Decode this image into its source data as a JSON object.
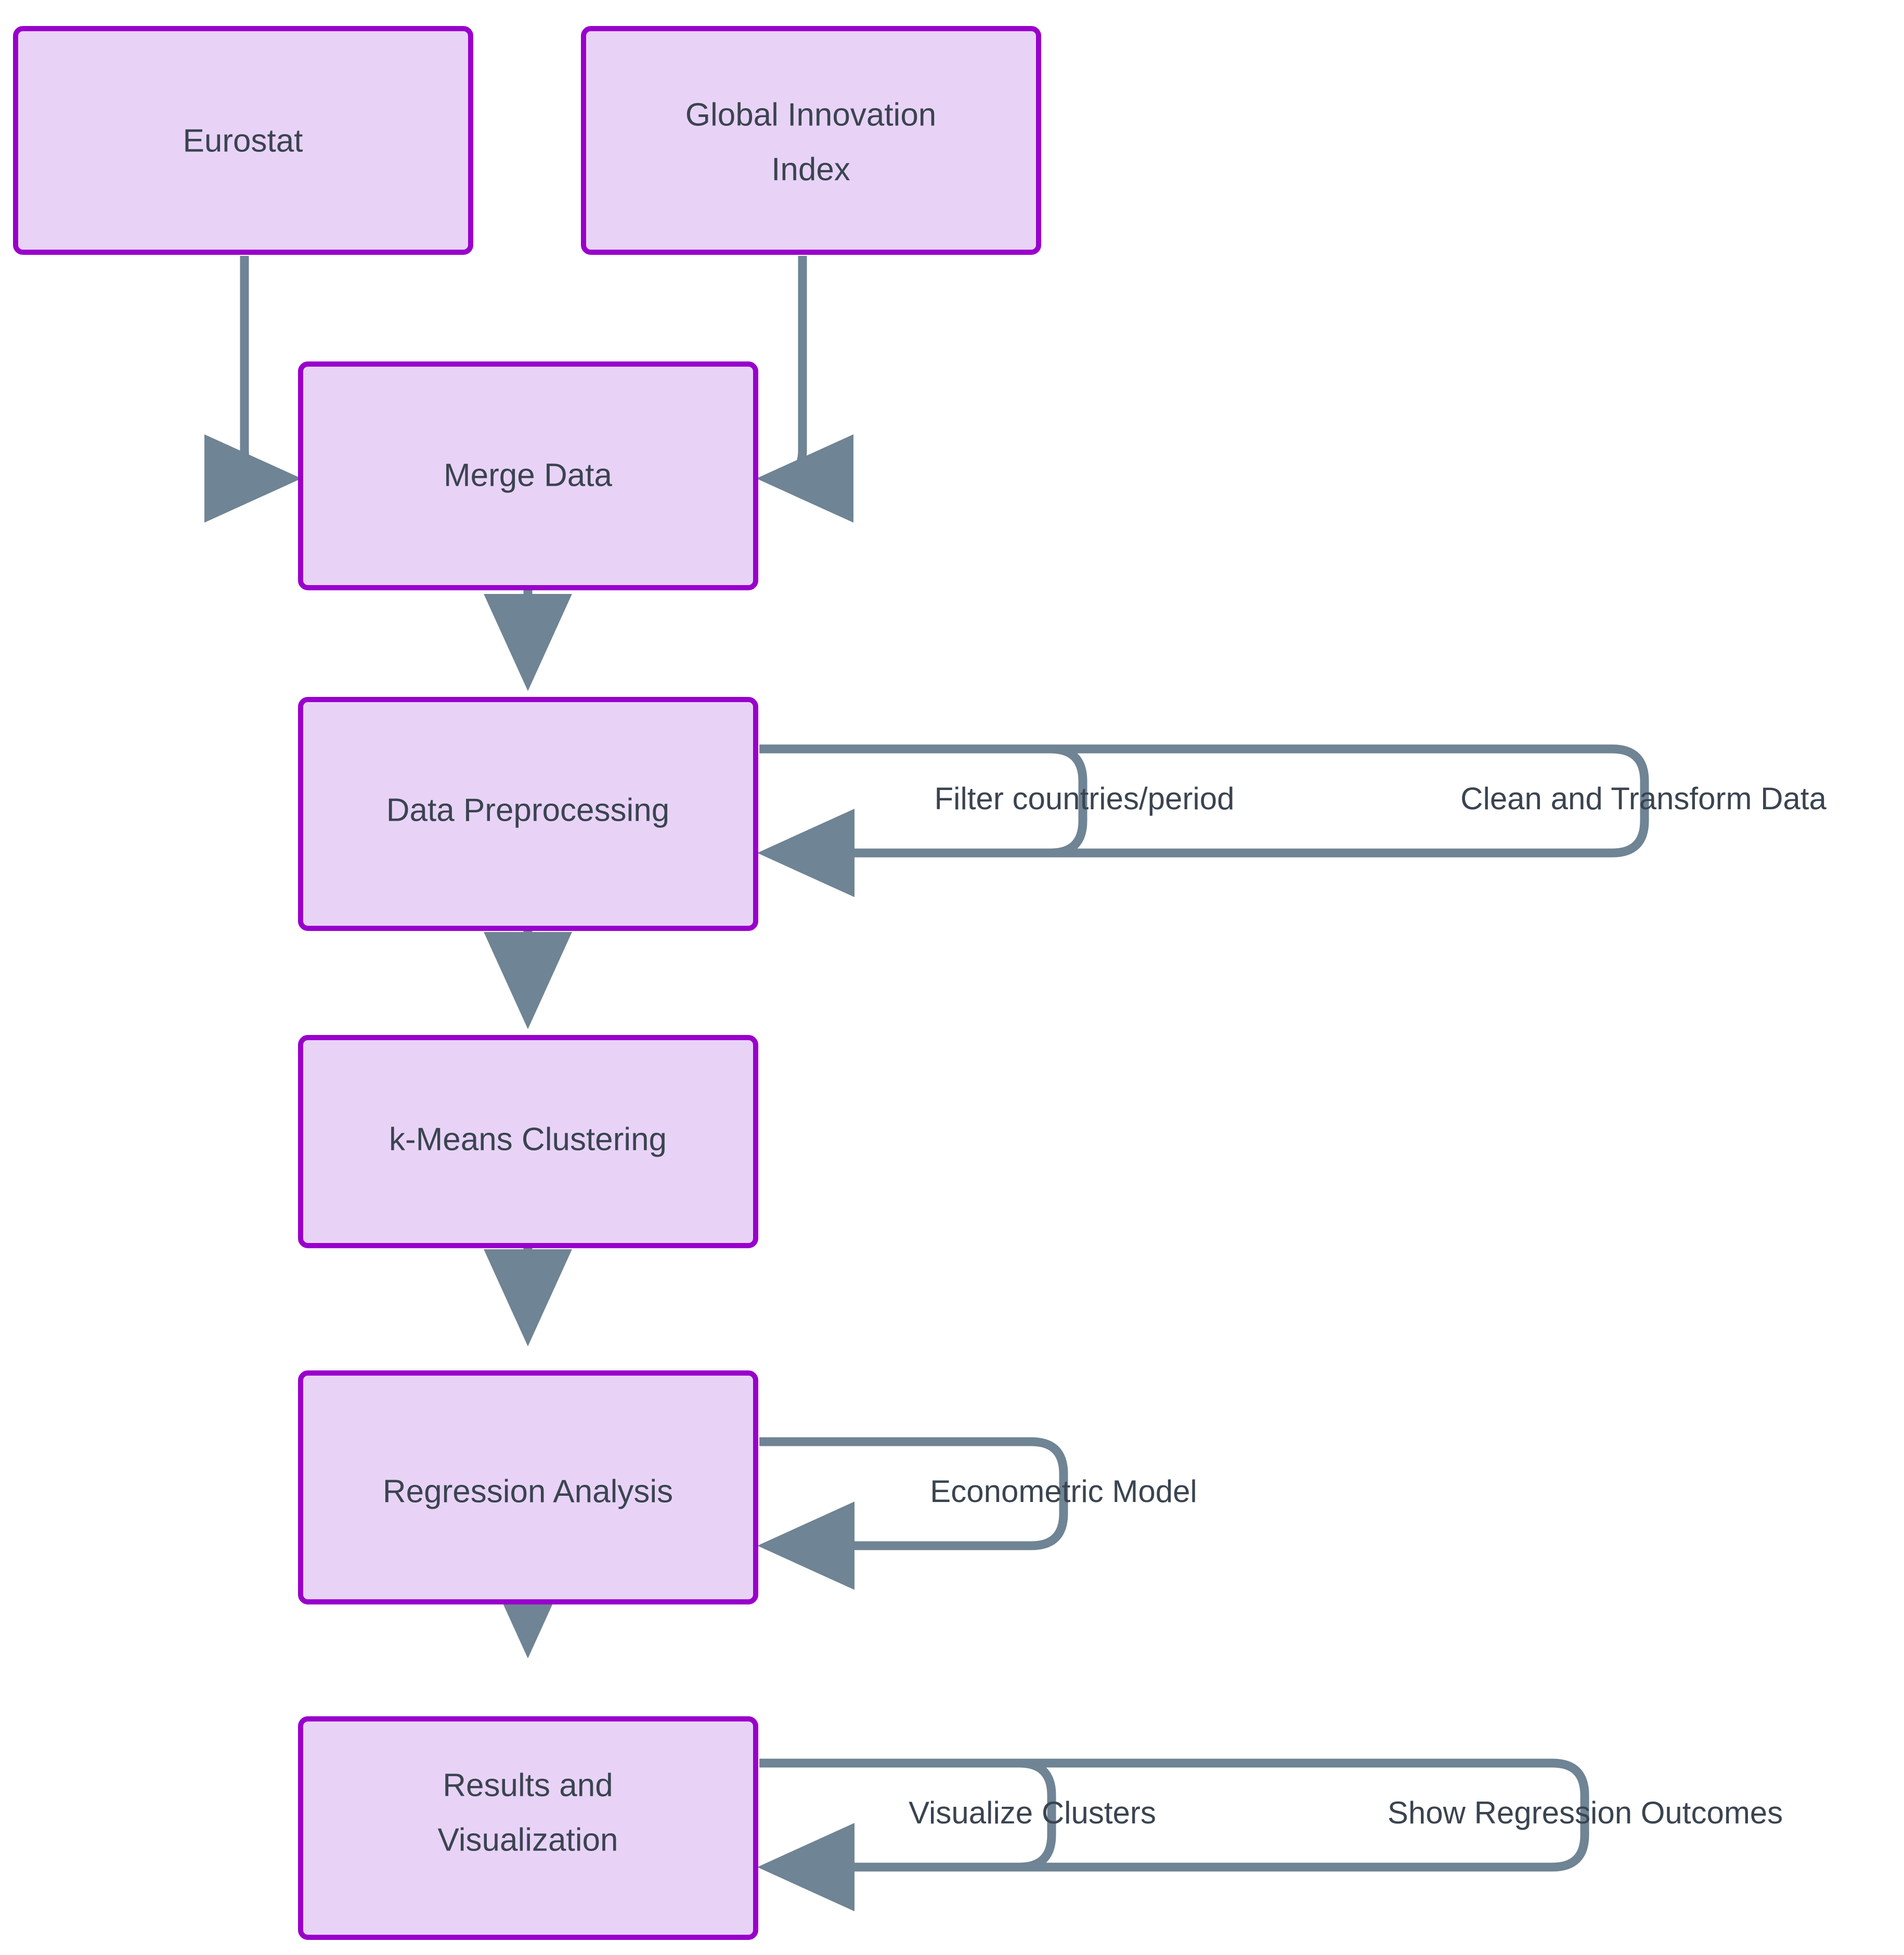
{
  "diagram": {
    "type": "flowchart",
    "orientation": "top-to-bottom",
    "background_color": "#ffffff",
    "node_fill_color": "#e8d3f7",
    "node_border_color": "#9900cc",
    "node_text_color": "#3a4450",
    "edge_color": "#6f8494",
    "edge_label_text_color": "#3a4450"
  },
  "nodes": {
    "eurostat": {
      "label": "Eurostat"
    },
    "global_innovation_index": {
      "label_line1": "Global Innovation",
      "label_line2": "Index"
    },
    "merge_data": {
      "label": "Merge Data"
    },
    "data_preprocessing": {
      "label": "Data Preprocessing"
    },
    "kmeans_clustering": {
      "label": "k-Means Clustering"
    },
    "regression_analysis": {
      "label": "Regression Analysis"
    },
    "results_visualization": {
      "label_line1": "Results and",
      "label_line2": "Visualization"
    }
  },
  "edge_labels": {
    "filter_countries_period": "Filter countries/period",
    "clean_and_transform_data": "Clean and Transform Data",
    "econometric_model": "Econometric Model",
    "visualize_clusters": "Visualize Clusters",
    "show_regression_outcomes": "Show Regression Outcomes"
  }
}
